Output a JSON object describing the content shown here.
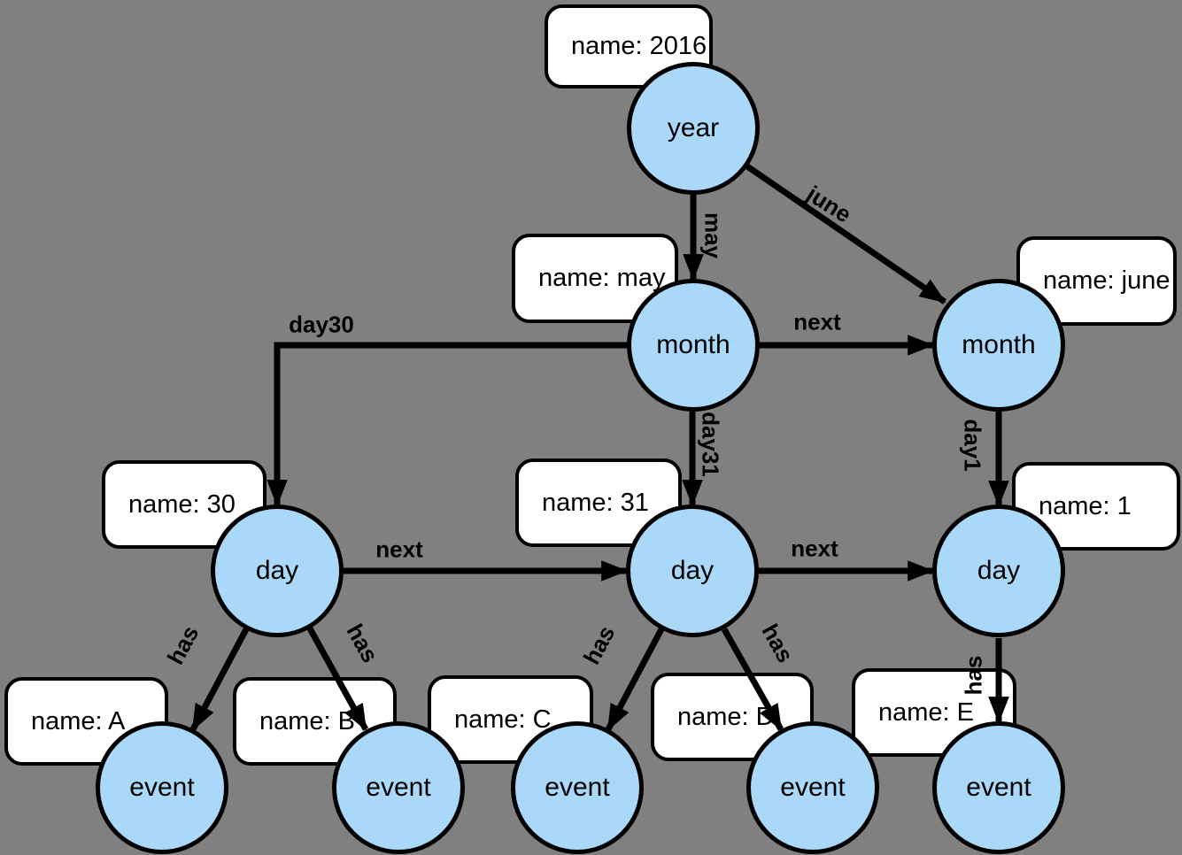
{
  "diagram": {
    "type": "graph",
    "description": "Calendar time-tree graph: year linked to months, months to days, days to events",
    "colors": {
      "background": "#808080",
      "node_fill": "#aad8f8",
      "node_border": "#000000",
      "property_box_fill": "#ffffff",
      "edge": "#000000"
    },
    "nodes": [
      {
        "id": "year",
        "label": "year"
      },
      {
        "id": "month-may",
        "label": "month"
      },
      {
        "id": "month-june",
        "label": "month"
      },
      {
        "id": "day-30",
        "label": "day"
      },
      {
        "id": "day-31",
        "label": "day"
      },
      {
        "id": "day-1",
        "label": "day"
      },
      {
        "id": "event-a",
        "label": "event"
      },
      {
        "id": "event-b",
        "label": "event"
      },
      {
        "id": "event-c",
        "label": "event"
      },
      {
        "id": "event-d",
        "label": "event"
      },
      {
        "id": "event-e",
        "label": "event"
      }
    ],
    "property_boxes": [
      {
        "for": "year",
        "label": "name: 2016"
      },
      {
        "for": "month-may",
        "label": "name: may"
      },
      {
        "for": "month-june",
        "label": "name: june"
      },
      {
        "for": "day-30",
        "label": "name: 30"
      },
      {
        "for": "day-31",
        "label": "name: 31"
      },
      {
        "for": "day-1",
        "label": "name: 1"
      },
      {
        "for": "event-a",
        "label": "name: A"
      },
      {
        "for": "event-b",
        "label": "name: B"
      },
      {
        "for": "event-c",
        "label": "name: C"
      },
      {
        "for": "event-d",
        "label": "name: D"
      },
      {
        "for": "event-e",
        "label": "name: E"
      }
    ],
    "edges": [
      {
        "from": "year",
        "to": "month-may",
        "label": "may"
      },
      {
        "from": "year",
        "to": "month-june",
        "label": "june"
      },
      {
        "from": "month-may",
        "to": "month-june",
        "label": "next"
      },
      {
        "from": "month-may",
        "to": "day-30",
        "label": "day30"
      },
      {
        "from": "month-may",
        "to": "day-31",
        "label": "day31"
      },
      {
        "from": "month-june",
        "to": "day-1",
        "label": "day1"
      },
      {
        "from": "day-30",
        "to": "day-31",
        "label": "next"
      },
      {
        "from": "day-31",
        "to": "day-1",
        "label": "next"
      },
      {
        "from": "day-30",
        "to": "event-a",
        "label": "has"
      },
      {
        "from": "day-30",
        "to": "event-b",
        "label": "has"
      },
      {
        "from": "day-31",
        "to": "event-c",
        "label": "has"
      },
      {
        "from": "day-31",
        "to": "event-d",
        "label": "has"
      },
      {
        "from": "day-1",
        "to": "event-e",
        "label": "has"
      }
    ]
  }
}
